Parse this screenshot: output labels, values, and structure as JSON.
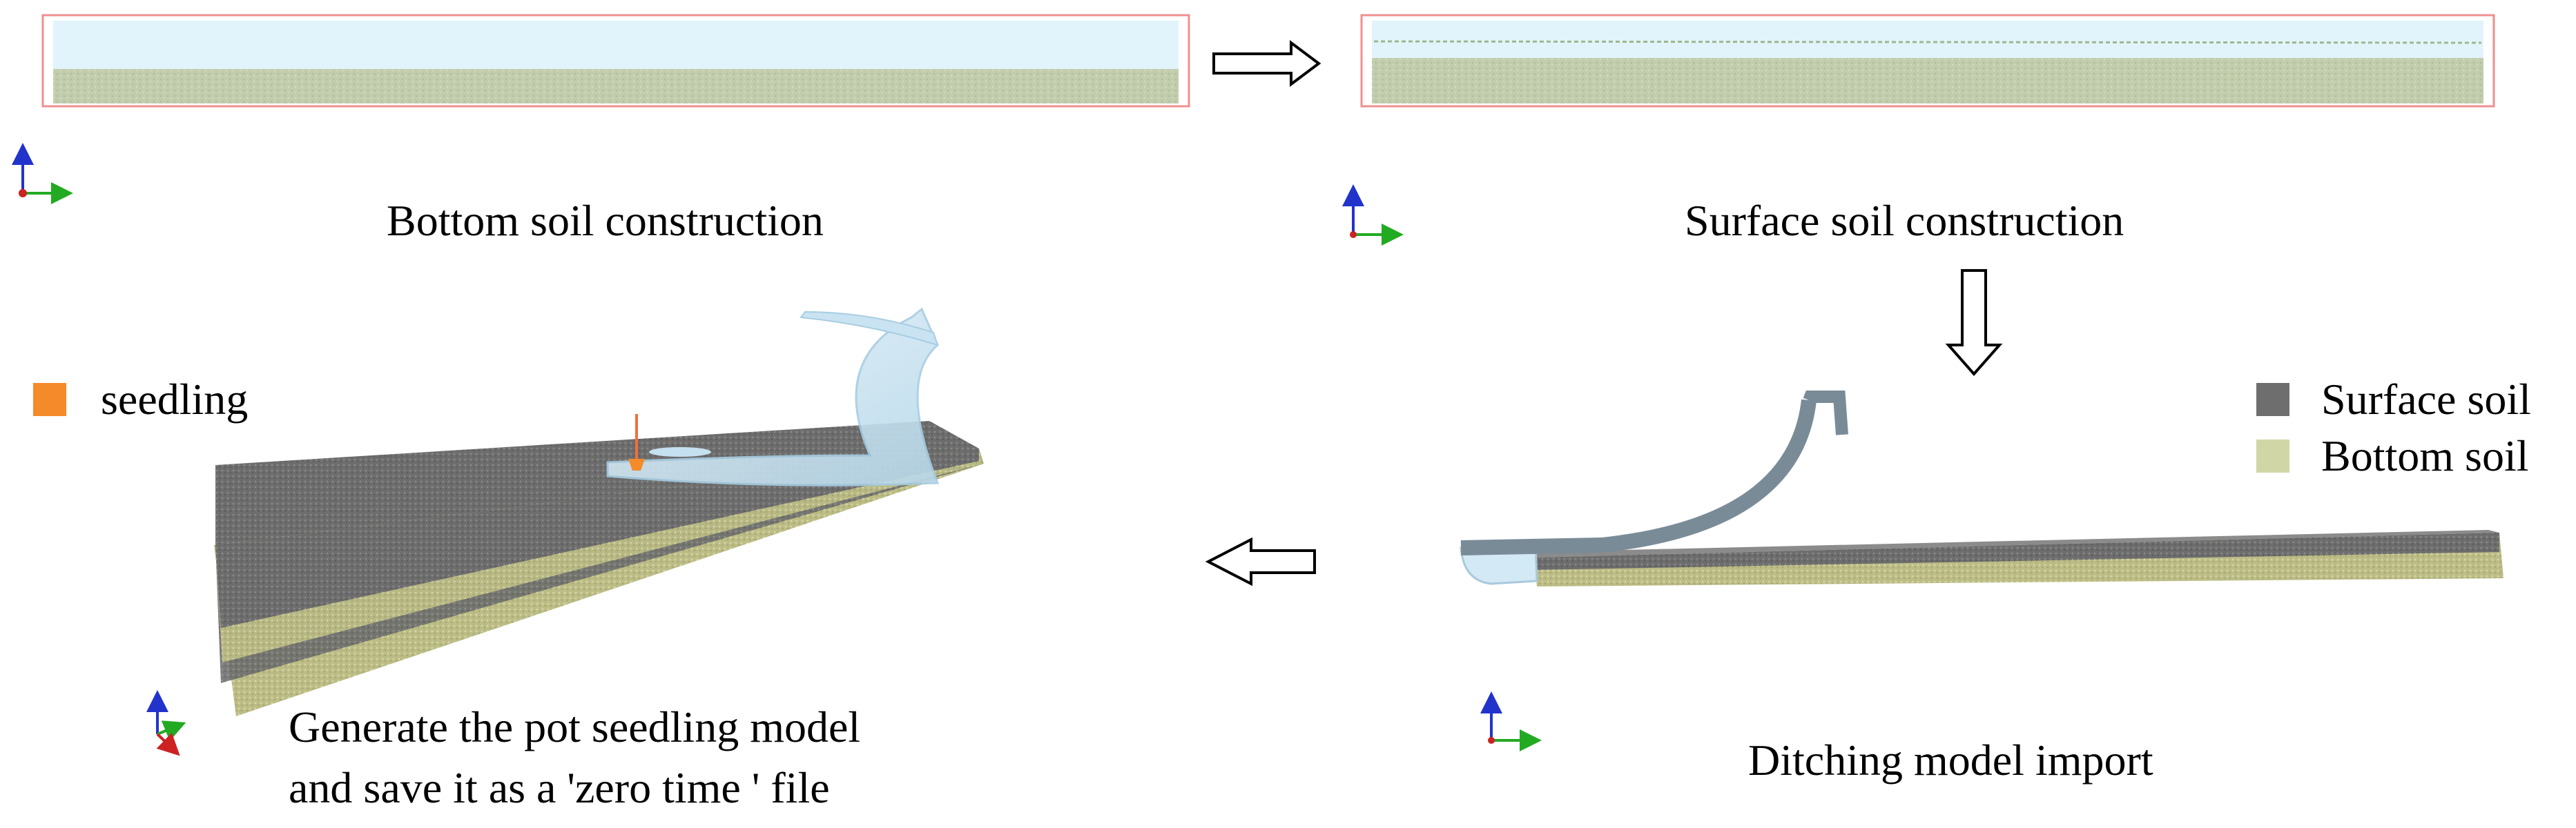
{
  "steps": [
    {
      "id": "bottom",
      "caption": "Bottom soil construction"
    },
    {
      "id": "surface",
      "caption": "Surface soil construction"
    },
    {
      "id": "ditching",
      "caption": "Ditching model import"
    },
    {
      "id": "generate",
      "caption_line1": "Generate the pot seedling model",
      "caption_line2": "and save it as a 'zero time ' file"
    }
  ],
  "legend_right": [
    {
      "label": "Surface soil",
      "color": "#6f6e6e"
    },
    {
      "label": "Bottom soil",
      "color": "#d1d6a6"
    }
  ],
  "legend_left": {
    "label": "seedling",
    "color": "#f58a2a"
  },
  "colors": {
    "panel_border": "#f08f8f",
    "sky": "#e4f5fb",
    "soil_bottom": "#c3cfb0",
    "soil_surface": "#6f6f6f",
    "soil_base": "#bdbd85",
    "ditcher": "#7e8f9c",
    "blade": "#cfe6f3",
    "axis_x": "#22aa22",
    "axis_z": "#2233cc",
    "axis_y": "#cc2222"
  }
}
